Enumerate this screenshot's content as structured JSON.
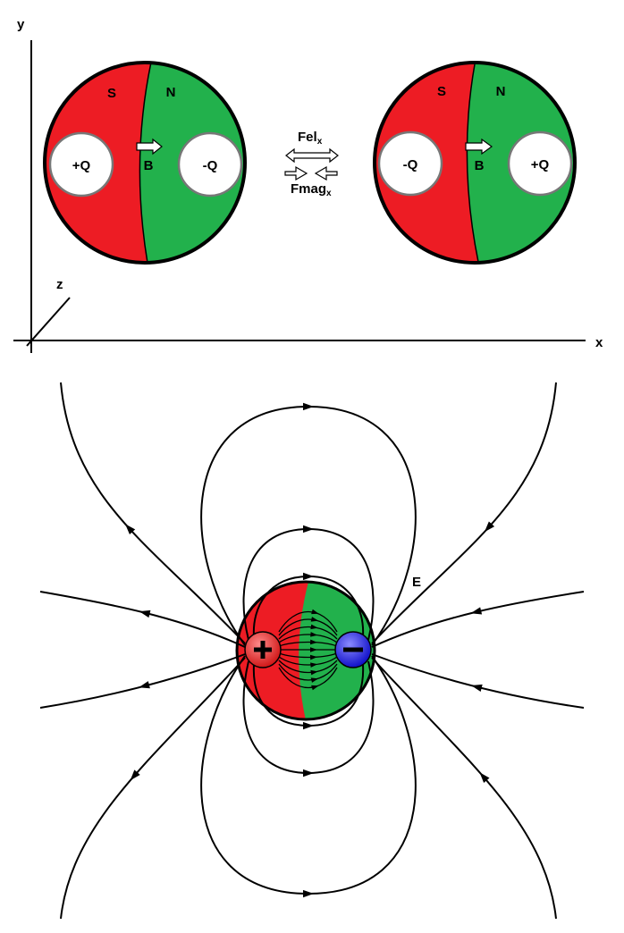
{
  "axes": {
    "y_label": "y",
    "x_label": "x",
    "z_label": "z"
  },
  "left_sphere": {
    "south_label": "S",
    "north_label": "N",
    "field_label": "B",
    "left_charge": "+Q",
    "right_charge": "-Q"
  },
  "right_sphere": {
    "south_label": "S",
    "north_label": "N",
    "field_label": "B",
    "left_charge": "-Q",
    "right_charge": "+Q"
  },
  "forces": {
    "electric": "Fel",
    "electric_sub": "x",
    "magnetic": "Fmag",
    "magnetic_sub": "x"
  },
  "dipole": {
    "field_label": "E",
    "positive_symbol": "+",
    "negative_symbol": "−"
  },
  "colors": {
    "south": "#ed1c24",
    "north": "#22b14c",
    "positive_charge": "#e53030",
    "negative_charge": "#2020e0",
    "outline": "#000000"
  }
}
